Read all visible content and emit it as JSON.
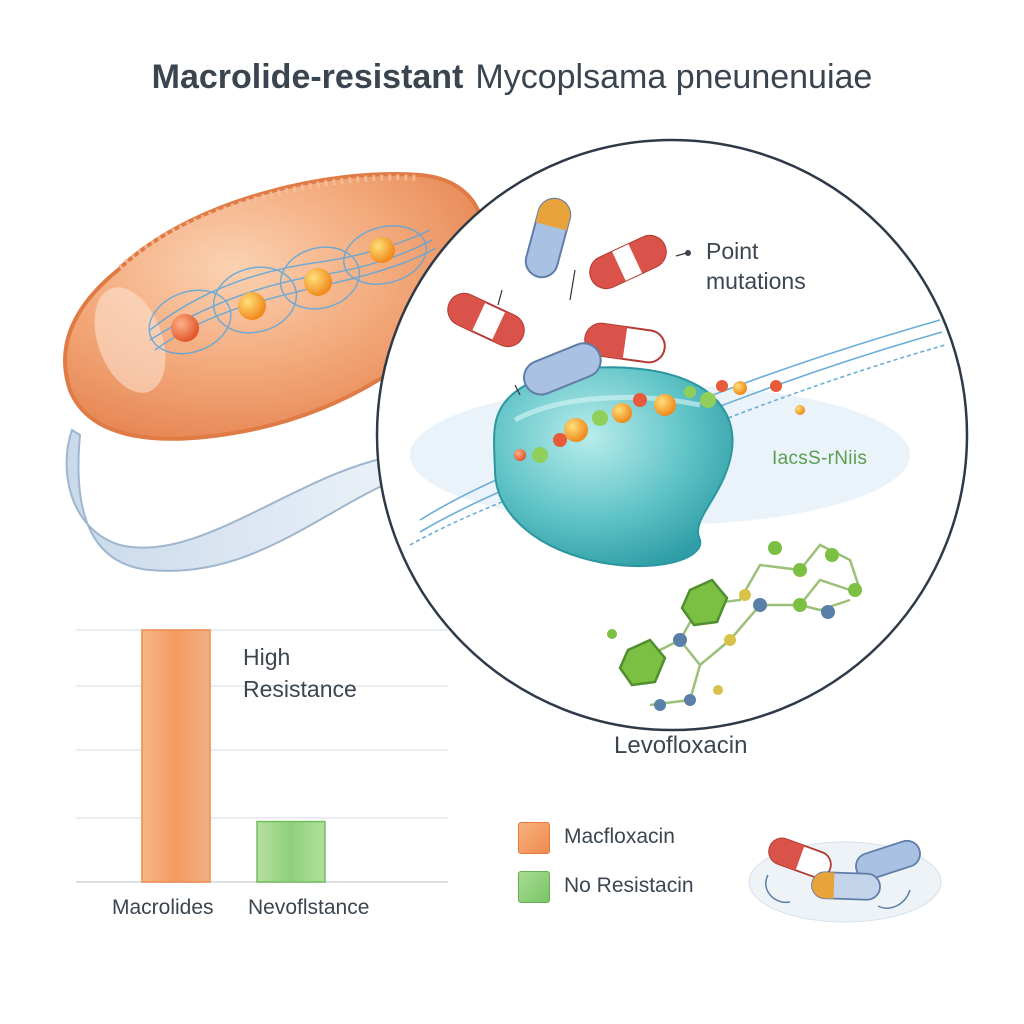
{
  "title": {
    "bold": "Macrolide-resistant",
    "regular": "Mycoplsama pneunenuiae"
  },
  "labels": {
    "point_mutations": [
      "Point",
      "mutations"
    ],
    "rrna": "IacsS-rNiis",
    "levofloxacin": "Levofloxacin",
    "high_resistance": [
      "High",
      "Resistance"
    ]
  },
  "chart_data": {
    "type": "bar",
    "categories": [
      "Macrolides",
      "Nevoflstance"
    ],
    "values": [
      1.0,
      0.24
    ],
    "value_note": "relative bar heights, no axis printed",
    "legend": [
      {
        "label": "Macfloxacin",
        "color": "#f0955a"
      },
      {
        "label": "No Resistacin",
        "color": "#8fd07b"
      }
    ]
  },
  "colors": {
    "bacterium": "#f0a072",
    "ribosome": "#5cc4c4",
    "rna_strand": "#7fb8dc",
    "capsule_red": "#d9534a",
    "capsule_blue": "#8fb0da",
    "molecule_green": "#7cc043",
    "molecule_blue": "#5a7fa8"
  },
  "icons": [
    "bacterium-illustration",
    "ribosome-illustration",
    "capsule-icon",
    "levofloxacin-molecule",
    "pill-group-icon"
  ]
}
